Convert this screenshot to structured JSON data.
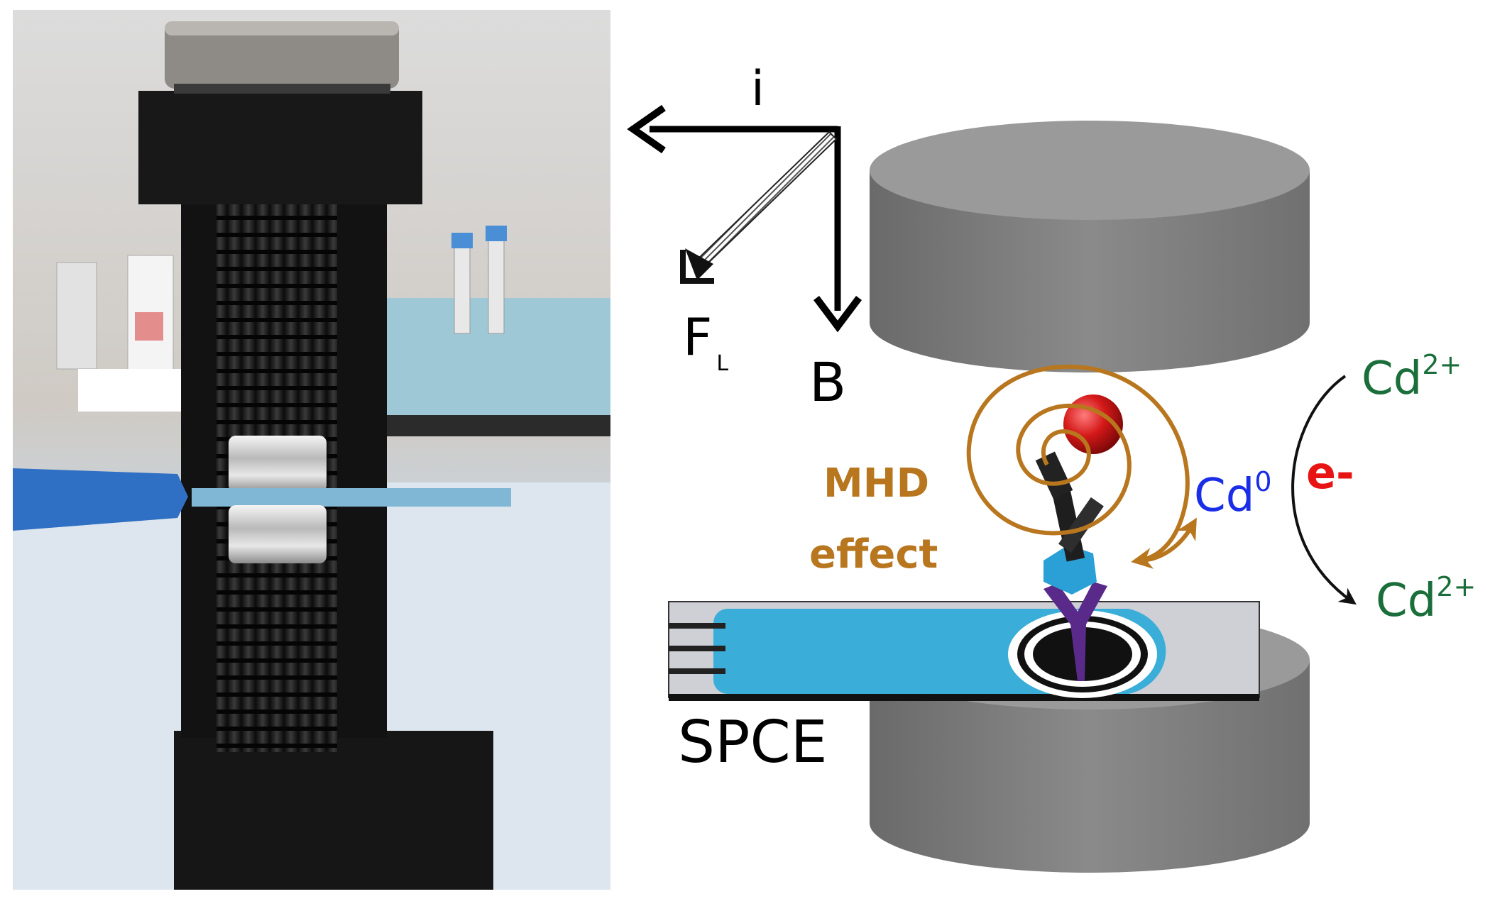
{
  "labels": {
    "current": "i",
    "lorentz_base": "F",
    "lorentz_sub": "L",
    "field": "B",
    "mhd_line1": "MHD",
    "mhd_line2": "effect",
    "cd0_base": "Cd",
    "cd0_sup": "0",
    "electron": "e-",
    "cd2_top_base": "Cd",
    "cd2_top_sup": "2+",
    "cd2_bottom_base": "Cd",
    "cd2_bottom_sup": "2+",
    "electrode": "SPCE"
  },
  "colors": {
    "arrow_black": "#000000",
    "mhd_orange": "#b8761e",
    "cd_green": "#1a6e3a",
    "cd0_blue": "#1a2ee8",
    "electron_red": "#e81414",
    "magnet_gray": "#7d7d7d",
    "electrode_blue": "#3aaed8",
    "electrode_strip": "#cfcfd6",
    "molecule_purple": "#5a2a8a",
    "molecule_red": "#d41818"
  },
  "icons": {
    "photo": "magnetic-holder-photo",
    "magnet": "cylindrical-magnet-icon"
  }
}
